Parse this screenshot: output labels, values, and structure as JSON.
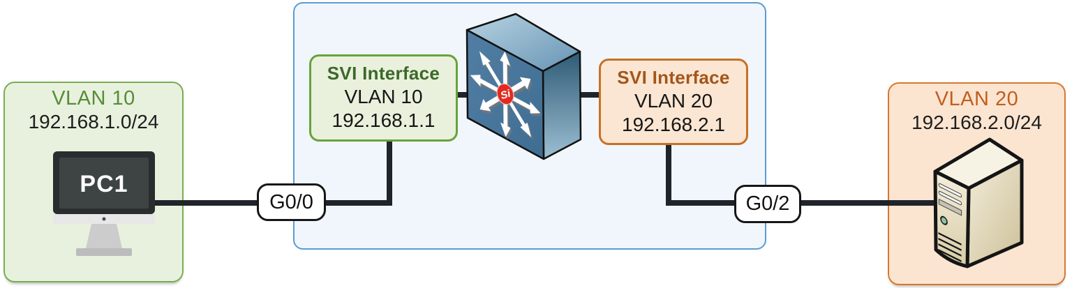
{
  "zones": {
    "vlan10": {
      "title": "VLAN 10",
      "subnet": "192.168.1.0/24",
      "device_label": "PC1"
    },
    "svi_vlan10": {
      "heading": "SVI Interface",
      "vlan": "VLAN 10",
      "ip": "192.168.1.1"
    },
    "switch": {
      "si_badge": "Si",
      "icon": "layer3-switch-icon"
    },
    "svi_vlan20": {
      "heading": "SVI Interface",
      "vlan": "VLAN 20",
      "ip": "192.168.2.1"
    },
    "vlan20": {
      "title": "VLAN 20",
      "subnet": "192.168.2.0/24",
      "icon": "server-icon"
    }
  },
  "ports": {
    "left": "G0/0",
    "right": "G0/2"
  },
  "colors": {
    "green_zone_fill": "#e8f1de",
    "green_zone_border": "#79ad52",
    "green_title": "#568c38",
    "green_svi_fill": "#e9f1dc",
    "green_svi_border": "#68a23c",
    "green_heading": "#3c682a",
    "orange_zone_fill": "#fbe5d1",
    "orange_zone_border": "#d8772e",
    "orange_title": "#c25e1c",
    "orange_svi_fill": "#fae6d2",
    "orange_svi_border": "#c96f26",
    "orange_heading": "#a3551b",
    "blue_box_fill": "#f0f6fb",
    "blue_box_border": "#5b9bd5",
    "cable": "#20242a",
    "switch_front": "#4b7ba1",
    "si_red": "#e32a20",
    "body_text": "#1d1d1d"
  }
}
